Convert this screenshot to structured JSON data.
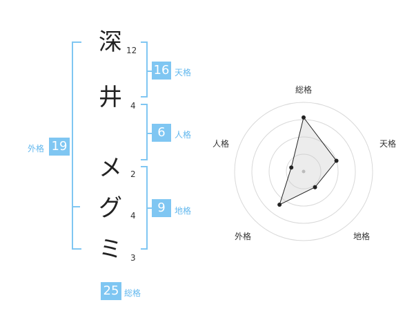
{
  "characters": [
    {
      "char": "深",
      "strokes": "12"
    },
    {
      "char": "井",
      "strokes": "4"
    },
    {
      "char": "メ",
      "strokes": "2"
    },
    {
      "char": "グ",
      "strokes": "4"
    },
    {
      "char": "ミ",
      "strokes": "3"
    }
  ],
  "fortunes": {
    "tenkaku": {
      "value": "16",
      "label": "天格"
    },
    "jinkaku": {
      "value": "6",
      "label": "人格"
    },
    "chikaku": {
      "value": "9",
      "label": "地格"
    },
    "gaikaku": {
      "value": "19",
      "label": "外格"
    },
    "soukaku": {
      "value": "25",
      "label": "総格"
    }
  },
  "colors": {
    "accent": "#7fc6f2",
    "label": "#63b8ee"
  },
  "chart_data": {
    "type": "radar",
    "axes": [
      "総格",
      "天格",
      "地格",
      "外格",
      "人格"
    ],
    "values": [
      25,
      16,
      9,
      19,
      6
    ],
    "rings": 4
  }
}
